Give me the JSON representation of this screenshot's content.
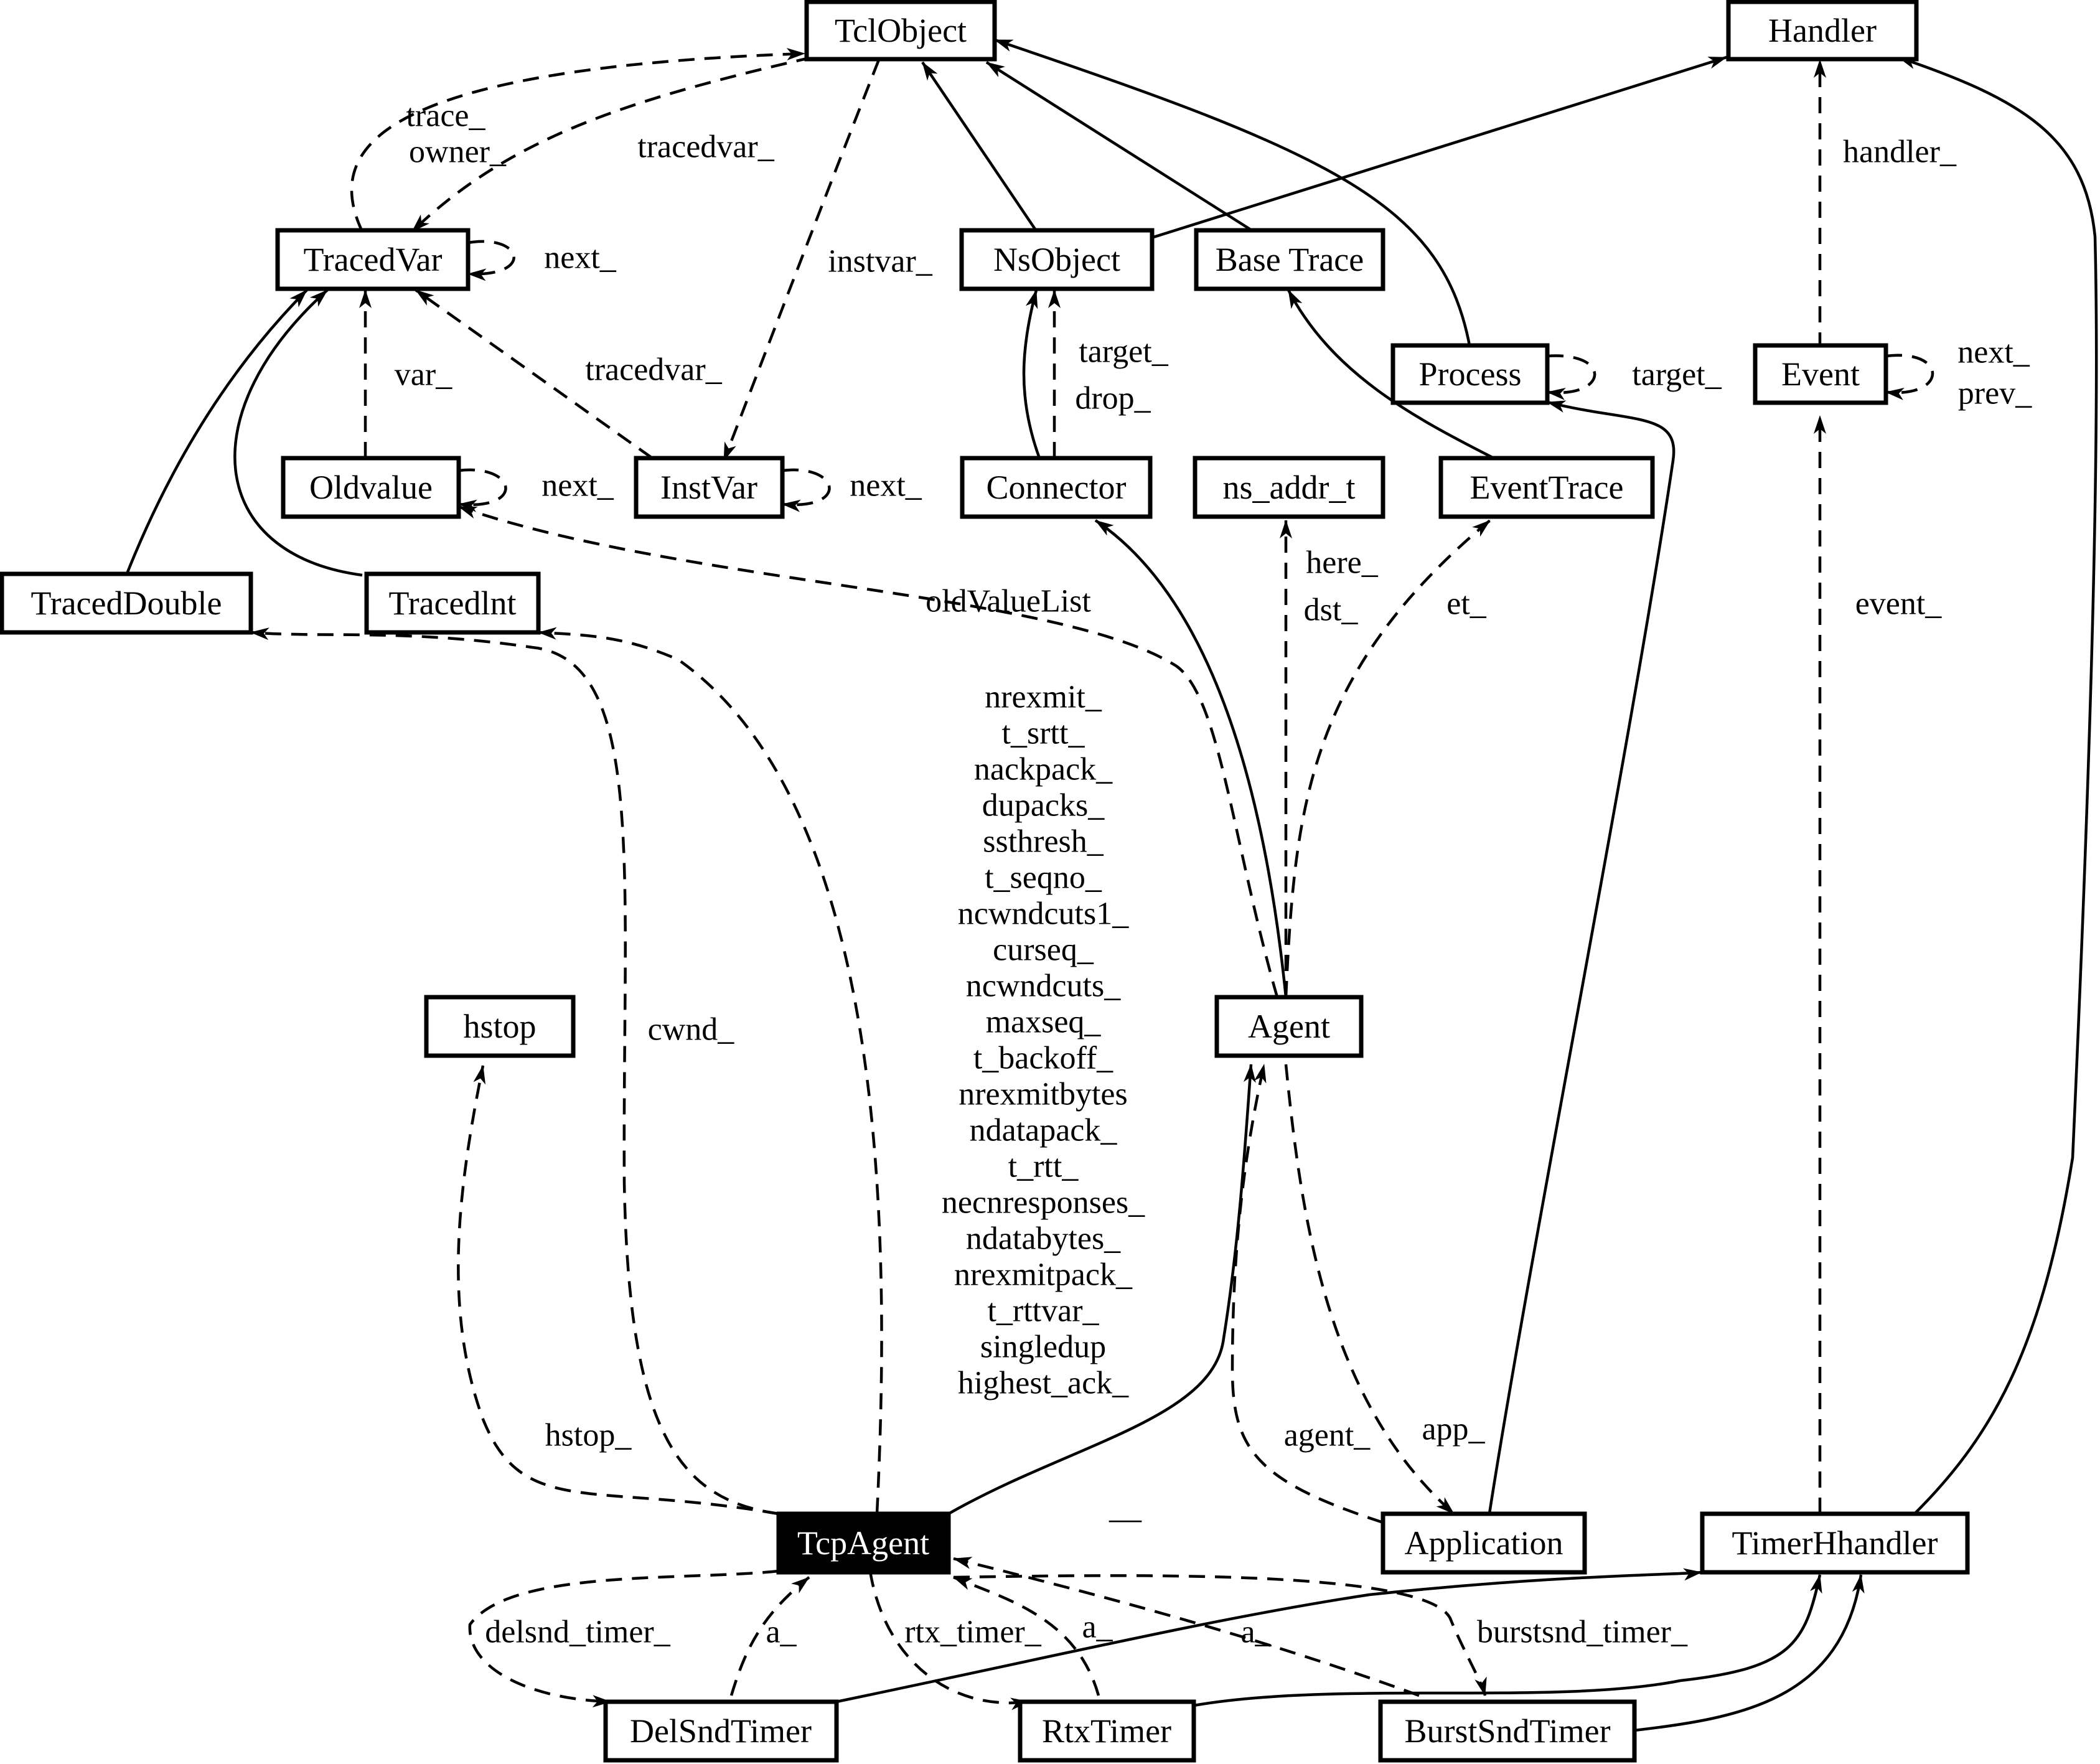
{
  "nodes": {
    "tclobject": "TclObject",
    "handler": "Handler",
    "tracedvar": "TracedVar",
    "nsobject": "NsObject",
    "basetrace": "Base Trace",
    "process": "Process",
    "event": "Event",
    "oldvalue": "Oldvalue",
    "instvar": "InstVar",
    "connector": "Connector",
    "nsaddr": "ns_addr_t",
    "eventtrace": "EventTrace",
    "traceddouble": "TracedDouble",
    "tracedint": "Tracedlnt",
    "hstop": "hstop",
    "agent": "Agent",
    "tcpagent": "TcpAgent",
    "application": "Application",
    "timerhandler": "TimerHhandler",
    "delsndtimer": "DelSndTimer",
    "rtxtimer": "RtxTimer",
    "burstsndtimer": "BurstSndTimer"
  },
  "labels": {
    "trace": "trace_",
    "owner": "owner_",
    "tracedvar_top": "tracedvar_",
    "tracedvar_next": "next_",
    "instvar": "instvar_",
    "handler": "handler_",
    "var": "var_",
    "tracedvar_mid": "tracedvar_",
    "target_conn": "target_",
    "drop": "drop_",
    "target_proc": "target_",
    "event_next": "next_",
    "event_prev": "prev_",
    "oldvalue_next": "next_",
    "instvar_next": "next_",
    "here": "here_",
    "dst": "dst_",
    "et": "et_",
    "oldvaluelist": "oldValueList",
    "event_ptr": "event_",
    "cwnd": "cwnd_",
    "hstop": "hstop_",
    "agent": "agent_",
    "app": "app_",
    "delsnd_timer": "delsnd_timer_",
    "a1": "a_",
    "rtx_timer": "rtx_timer_",
    "a2": "a_",
    "a3": "a_",
    "burstsnd_timer": "burstsnd_timer_",
    "dash": "—"
  },
  "tcp_vars": [
    "nrexmit_",
    "t_srtt_",
    "nackpack_",
    "dupacks_",
    "ssthresh_",
    "t_seqno_",
    "ncwndcuts1_",
    "curseq_",
    "ncwndcuts_",
    "maxseq_",
    "t_backoff_",
    "nrexmitbytes",
    "ndatapack_",
    "t_rtt_",
    "necnresponses_",
    "ndatabytes_",
    "nrexmitpack_",
    "t_rttvar_",
    "singledup",
    "highest_ack_"
  ]
}
